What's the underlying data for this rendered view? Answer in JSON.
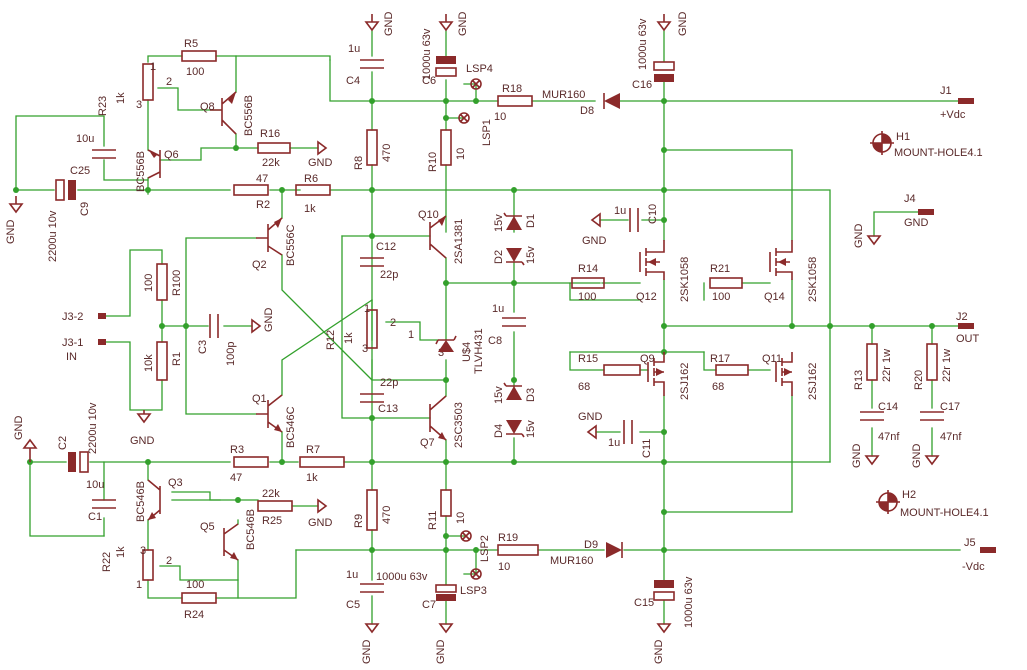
{
  "resistors": {
    "r5": {
      "ref": "R5",
      "val": "100"
    },
    "r23": {
      "ref": "R23",
      "val": "1k"
    },
    "r16": {
      "ref": "R16",
      "val": "22k"
    },
    "r2": {
      "ref": "R2",
      "val": "47"
    },
    "r6": {
      "ref": "R6",
      "val": "1k"
    },
    "r8": {
      "ref": "R8",
      "val": "470"
    },
    "r10": {
      "ref": "R10",
      "val": "10"
    },
    "r18": {
      "ref": "R18",
      "val": "10"
    },
    "r100": {
      "ref": "R100",
      "val": "100"
    },
    "r1": {
      "ref": "R1",
      "val": "10k"
    },
    "r12": {
      "ref": "R12",
      "val": "1k"
    },
    "r14": {
      "ref": "R14",
      "val": "100"
    },
    "r21": {
      "ref": "R21",
      "val": "100"
    },
    "r15": {
      "ref": "R15",
      "val": "68"
    },
    "r17": {
      "ref": "R17",
      "val": "68"
    },
    "r3": {
      "ref": "R3",
      "val": "47"
    },
    "r7": {
      "ref": "R7",
      "val": "1k"
    },
    "r25": {
      "ref": "R25",
      "val": "22k"
    },
    "r22": {
      "ref": "R22",
      "val": "1k"
    },
    "r24": {
      "ref": "R24",
      "val": "100"
    },
    "r9": {
      "ref": "R9",
      "val": "470"
    },
    "r11": {
      "ref": "R11",
      "val": "10"
    },
    "r19": {
      "ref": "R19",
      "val": "10"
    },
    "r13": {
      "ref": "R13",
      "val": "22r 1w"
    },
    "r20": {
      "ref": "R20",
      "val": "22r 1w"
    }
  },
  "capacitors": {
    "c4": {
      "ref": "C4",
      "val": "1u"
    },
    "c6": {
      "ref": "C6",
      "val": "1000u 63v"
    },
    "c16": {
      "ref": "C16",
      "val": "1000u 63v"
    },
    "c25": {
      "ref": "C25",
      "val": "10u"
    },
    "c9": {
      "ref": "C9",
      "val": "2200u 10v"
    },
    "c12": {
      "ref": "C12",
      "val": "22p"
    },
    "c10": {
      "ref": "C10",
      "val": "1u"
    },
    "c3": {
      "ref": "C3",
      "val": "100p"
    },
    "c8": {
      "ref": "C8",
      "val": "1u"
    },
    "c13": {
      "ref": "C13",
      "val": "22p"
    },
    "c11": {
      "ref": "C11",
      "val": "1u"
    },
    "c2": {
      "ref": "C2",
      "val": "2200u 10v"
    },
    "c1": {
      "ref": "C1",
      "val": "10u"
    },
    "c14": {
      "ref": "C14",
      "val": "47nf"
    },
    "c17": {
      "ref": "C17",
      "val": "47nf"
    },
    "c5": {
      "ref": "C5",
      "val": "1u"
    },
    "c7": {
      "ref": "C7",
      "val": "1000u 63v"
    },
    "c15": {
      "ref": "C15",
      "val": "1000u 63v"
    }
  },
  "transistors": {
    "q8": {
      "ref": "Q8",
      "val": "BC556B"
    },
    "q6": {
      "ref": "Q6",
      "val": "BC556B"
    },
    "q10": {
      "ref": "Q10",
      "val": "2SA1381"
    },
    "q2": {
      "ref": "Q2",
      "val": "BC556C"
    },
    "q12": {
      "ref": "Q12",
      "val": "2SK1058"
    },
    "q14": {
      "ref": "Q14",
      "val": "2SK1058"
    },
    "q9": {
      "ref": "Q9",
      "val": "2SJ162"
    },
    "q11": {
      "ref": "Q11",
      "val": "2SJ162"
    },
    "q1": {
      "ref": "Q1",
      "val": "BC546C"
    },
    "q7": {
      "ref": "Q7",
      "val": "2SC3503"
    },
    "q3": {
      "ref": "Q3",
      "val": "BC546B"
    },
    "q5": {
      "ref": "Q5",
      "val": "BC546B"
    }
  },
  "diodes": {
    "d1": {
      "ref": "D1",
      "val": "15v"
    },
    "d2": {
      "ref": "D2",
      "val": "15v"
    },
    "d3": {
      "ref": "D3",
      "val": "15v"
    },
    "d4": {
      "ref": "D4",
      "val": "15v"
    },
    "d8": {
      "ref": "D8",
      "val": "MUR160"
    },
    "d9": {
      "ref": "D9",
      "val": "MUR160"
    }
  },
  "ic": {
    "ref": "U$4",
    "val": "TLVH431"
  },
  "leds": {
    "lsp1": "LSP1",
    "lsp2": "LSP2",
    "lsp3": "LSP3",
    "lsp4": "LSP4"
  },
  "connectors": {
    "j1": {
      "ref": "J1",
      "label": "+Vdc"
    },
    "j2": {
      "ref": "J2",
      "label": "OUT"
    },
    "j4": {
      "ref": "J4",
      "label": "GND"
    },
    "j5": {
      "ref": "J5",
      "label": "-Vdc"
    },
    "j3_2": "J3-2",
    "j3_1": "J3-1",
    "in": "IN"
  },
  "holes": {
    "h1": {
      "ref": "H1",
      "label": "MOUNT-HOLE4.1"
    },
    "h2": {
      "ref": "H2",
      "label": "MOUNT-HOLE4.1"
    }
  },
  "gnd_label": "GND",
  "pin_labels": {
    "one": "1",
    "two": "2",
    "three": "3"
  },
  "colors": {
    "wire": "#33a02c",
    "part": "#8b2a2a",
    "text": "#5a2a2a"
  }
}
